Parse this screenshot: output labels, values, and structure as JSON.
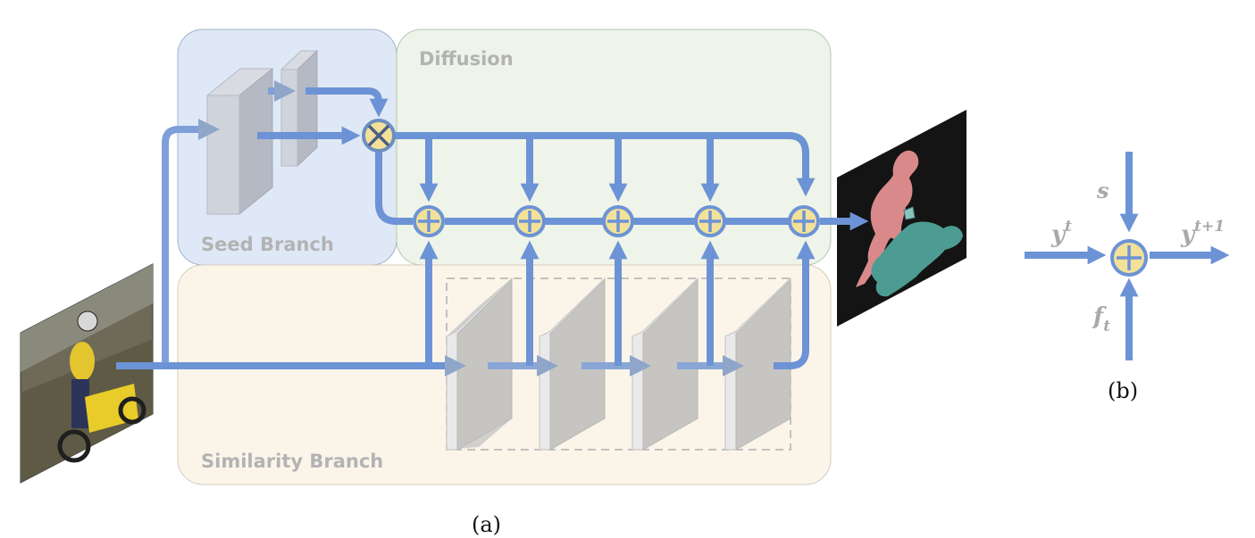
{
  "regions": {
    "seed": "Seed Branch",
    "diffusion": "Diffusion",
    "similarity": "Similarity Branch"
  },
  "captions": {
    "a": "(a)",
    "b": "(b)"
  },
  "unit": {
    "input": "y",
    "input_sup": "t",
    "output": "y",
    "output_sup": "t+1",
    "top": "s",
    "bottom": "f",
    "bottom_sub": "t"
  },
  "colors": {
    "arrow": "#6c93d5",
    "seed_box": "#dfe8f6",
    "diffusion_box": "#eef4e9",
    "similarity_box": "#fbf5e9",
    "node_fill": "#f3e19a",
    "node_ring": "#6c93d5",
    "mask_bg": "#141414",
    "mask_person": "#d9898a",
    "mask_bike": "#4c9c93"
  }
}
